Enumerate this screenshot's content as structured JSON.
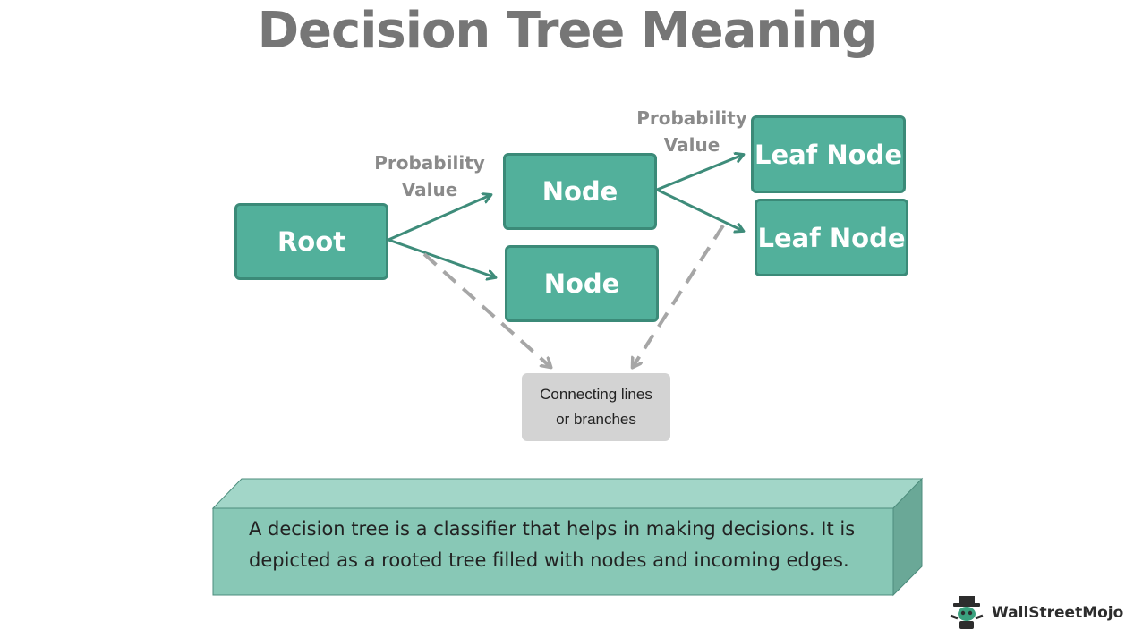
{
  "title": "Decision Tree Meaning",
  "nodes": {
    "root": "Root",
    "node_top": "Node",
    "node_bottom": "Node",
    "leaf_top": "Leaf Node",
    "leaf_bottom": "Leaf Node"
  },
  "labels": {
    "probability_left": [
      "Probability",
      "Value"
    ],
    "probability_right": [
      "Probability",
      "Value"
    ]
  },
  "branches_box": [
    "Connecting lines",
    "or branches"
  ],
  "description": [
    "A decision tree is a classifier that helps in making decisions. It is",
    "depicted as a rooted tree filled with nodes and incoming edges."
  ],
  "brand": "WallStreetMojo",
  "colors": {
    "node_fill": "#52b09b",
    "node_border": "#3b8a78",
    "arrow": "#3e8c7a",
    "dashed_arrow": "#a6a6a6",
    "title": "#767676",
    "banner_front": "#88c8b6",
    "banner_top": "#a2d6c8",
    "banner_side": "#6aa897"
  }
}
